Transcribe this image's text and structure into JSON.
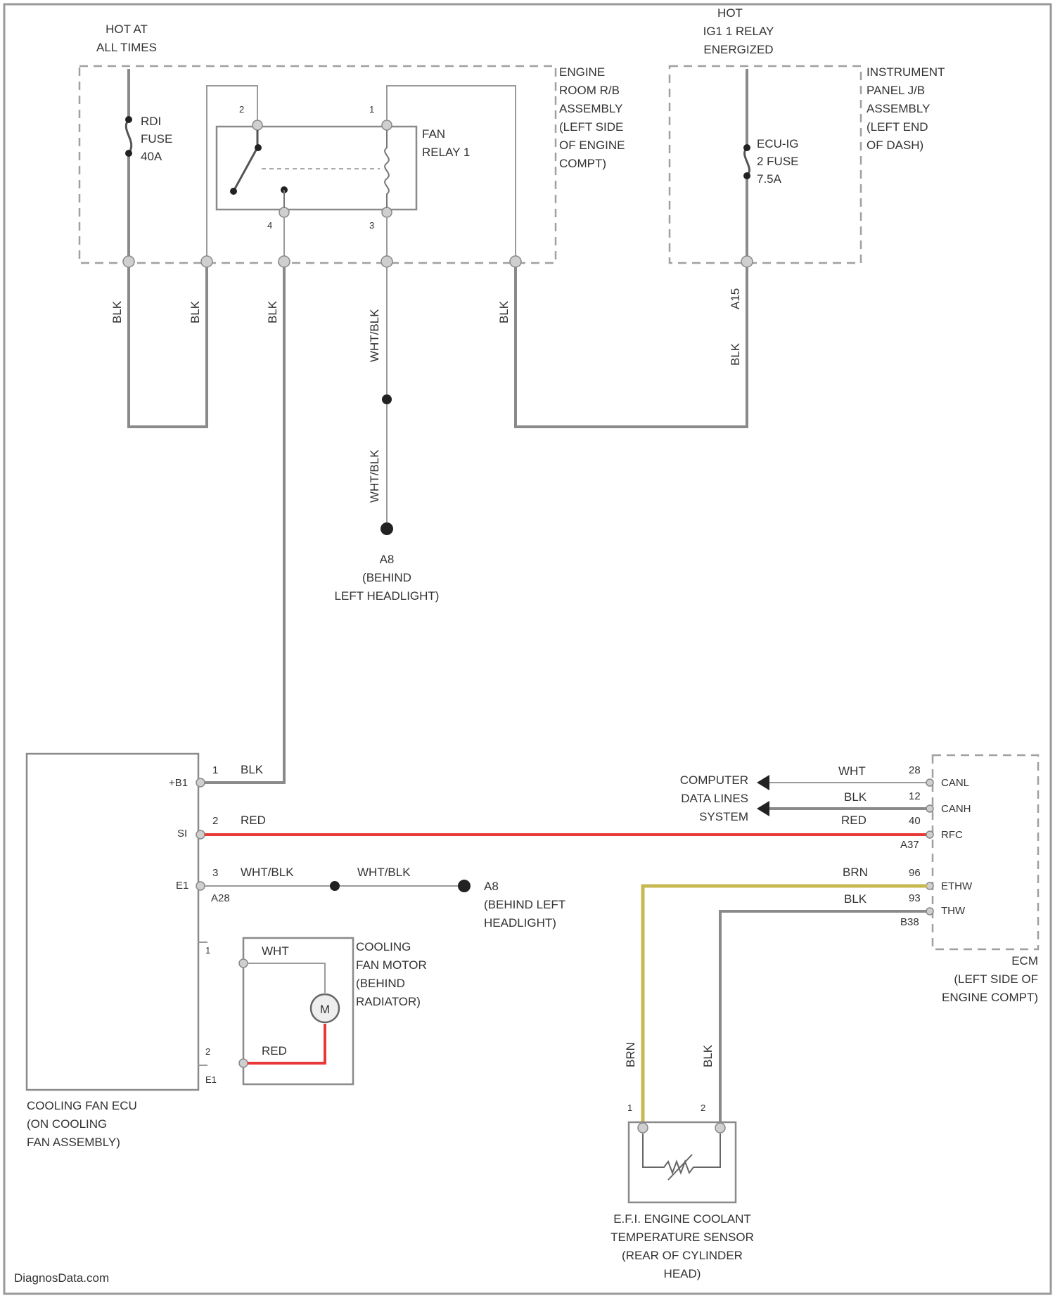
{
  "diagram": {
    "watermark": "DiagnosData.com",
    "sources": {
      "hot_at_all_times": [
        "HOT AT",
        "ALL TIMES"
      ],
      "hot_ig1_relay": [
        "HOT",
        "IG1 1 RELAY",
        "ENERGIZED"
      ]
    },
    "engine_room_jb": [
      "ENGINE",
      "ROOM R/B",
      "ASSEMBLY",
      "(LEFT SIDE",
      "OF ENGINE",
      "COMPT)"
    ],
    "instrument_panel_jb": [
      "INSTRUMENT",
      "PANEL J/B",
      "ASSEMBLY",
      "(LEFT END",
      "OF DASH)"
    ],
    "rdi_fuse": [
      "RDI",
      "FUSE",
      "40A"
    ],
    "fan_relay": [
      "FAN",
      "RELAY 1"
    ],
    "ecu_ig_fuse": [
      "ECU-IG",
      "2 FUSE",
      "7.5A"
    ],
    "wire_colors": {
      "blk": "BLK",
      "wht_blk": "WHT/BLK",
      "red": "RED",
      "wht": "WHT",
      "brn": "BRN"
    },
    "connector_a15": "A15",
    "ground_a8": [
      "A8",
      "(BEHIND",
      "LEFT HEADLIGHT)"
    ],
    "ground_a8_right": [
      "A8",
      "(BEHIND LEFT",
      "HEADLIGHT)"
    ],
    "cooling_fan_ecu": {
      "pins": [
        "+B1",
        "SI",
        "E1"
      ],
      "pin_numbers": [
        "1",
        "2",
        "3"
      ],
      "connector": "A28",
      "label": [
        "COOLING FAN ECU",
        "(ON COOLING",
        "FAN ASSEMBLY)"
      ]
    },
    "fan_motor": [
      "COOLING",
      "FAN MOTOR",
      "(BEHIND",
      "RADIATOR)"
    ],
    "motor_symbol": "M",
    "computer_data_lines": [
      "COMPUTER",
      "DATA LINES",
      "SYSTEM"
    ],
    "ecm": {
      "pins": [
        "CANL",
        "CANH",
        "RFC",
        "ETHW",
        "THW"
      ],
      "pin_numbers": [
        "28",
        "12",
        "40",
        "96",
        "93"
      ],
      "connectors": [
        "A37",
        "B38"
      ],
      "label": [
        "ECM",
        "(LEFT SIDE OF",
        "ENGINE COMPT)"
      ]
    },
    "ect_sensor": [
      "E.F.I. ENGINE COOLANT",
      "TEMPERATURE SENSOR",
      "(REAR OF CYLINDER",
      "HEAD)"
    ]
  }
}
